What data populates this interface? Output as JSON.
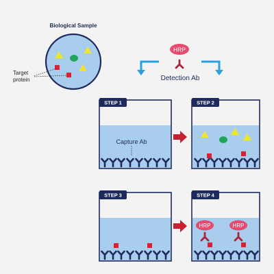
{
  "sample": {
    "title": "Biological Sample",
    "target_label_line1": "Target",
    "target_label_line2": "protein"
  },
  "detection": {
    "enzyme": "HRP",
    "label": "Detection Ab"
  },
  "steps": [
    {
      "label": "STEP 1",
      "annotation": "Capture Ab"
    },
    {
      "label": "STEP 2"
    },
    {
      "label": "STEP 3"
    },
    {
      "label": "STEP 4",
      "enzyme_tags": [
        "HRP",
        "HRP"
      ]
    }
  ],
  "colors": {
    "navy": "#1f2a5c",
    "liquid": "#a9cdec",
    "protein": "#e0202e",
    "antigen_yellow": "#f1e23b",
    "antigen_green": "#1fa65a",
    "hrp": "#e44b6f",
    "detection_ab": "#a8253a",
    "arrow_blue": "#2aa1dc",
    "arrow_red": "#c8202e"
  }
}
